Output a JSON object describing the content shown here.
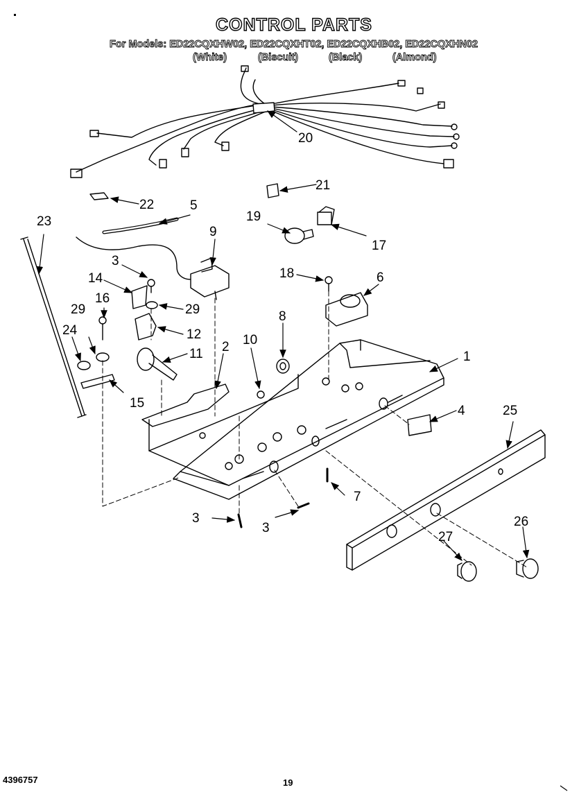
{
  "header": {
    "title": "CONTROL PARTS",
    "models_line": "For Models: ED22CQXHW02, ED22CQXHT02, ED22CQXHB02, ED22CQXHN02",
    "finishes": [
      "(White)",
      "(Biscuit)",
      "(Black)",
      "(Almond)"
    ]
  },
  "callouts": {
    "p1": "1",
    "p2": "2",
    "p3a": "3",
    "p3b": "3",
    "p3c": "3",
    "p4": "4",
    "p5": "5",
    "p6": "6",
    "p7": "7",
    "p8": "8",
    "p9": "9",
    "p10": "10",
    "p11": "11",
    "p12": "12",
    "p14": "14",
    "p15": "15",
    "p16": "16",
    "p17": "17",
    "p18": "18",
    "p19": "19",
    "p20": "20",
    "p21": "21",
    "p22": "22",
    "p23": "23",
    "p24": "24",
    "p25": "25",
    "p26": "26",
    "p27": "27",
    "p29a": "29",
    "p29b": "29"
  },
  "footer": {
    "doc_number": "4396757",
    "page_number": "19"
  }
}
